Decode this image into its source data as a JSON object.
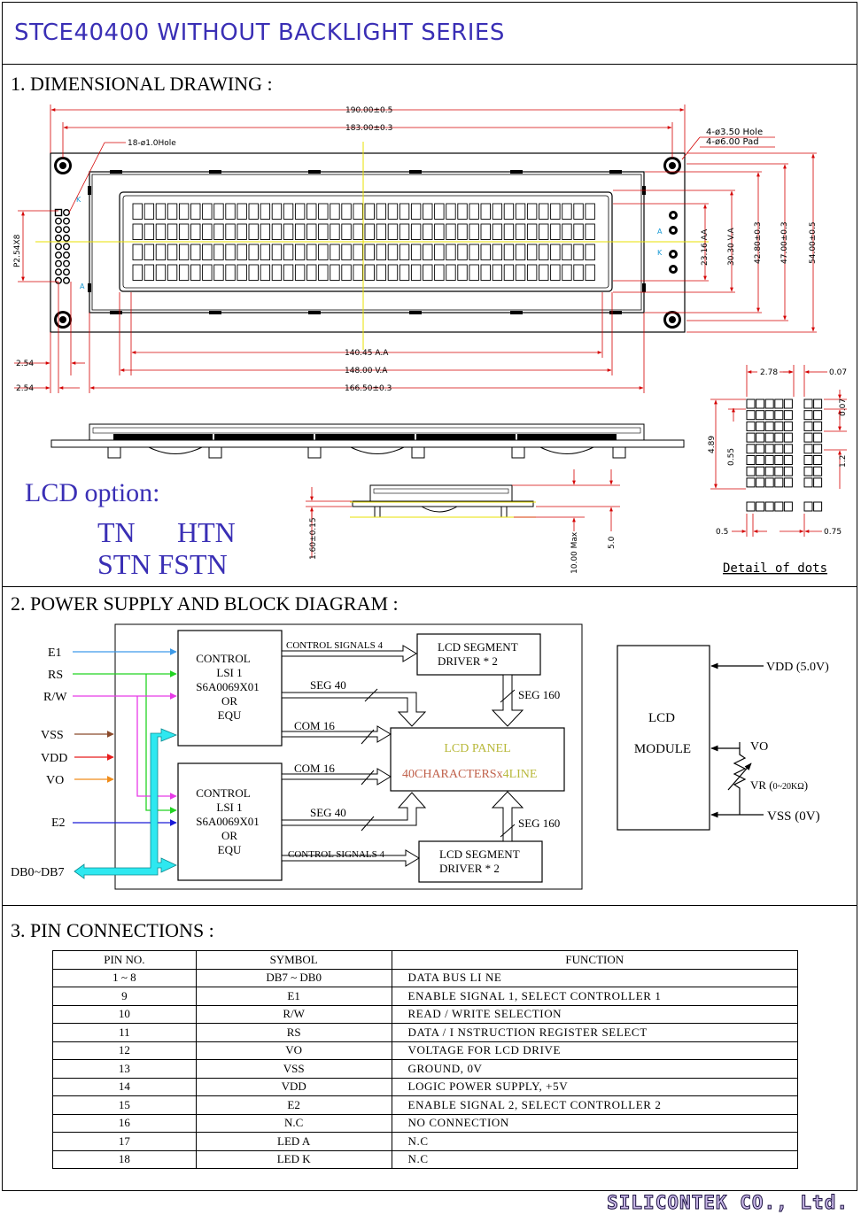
{
  "title": "STCE40400  WITHOUT BACKLIGHT SERIES",
  "sections": {
    "s1": "1. DIMENSIONAL  DRAWING :",
    "s2": "2. POWER SUPPLY   AND  BLOCK DIAGRAM :",
    "s3": "3. PIN  CONNECTIONS :"
  },
  "drawing": {
    "dims": {
      "overall_width": "190.00±0.5",
      "hole_pitch": "183.00±0.3",
      "pin_holes": "18-ø1.0Hole",
      "mount_hole": "4-ø3.50  Hole",
      "mount_pad": "4-ø6.00  Pad",
      "pin_pitch": "P2.54X8",
      "aa_height": "23.16  AA",
      "va_height": "30.30  V.A",
      "h_428": "42.80±0.3",
      "h_470": "47.00±0.3",
      "h_540": "54.00±0.5",
      "aa_width": "140.45  A.A",
      "va_width": "148.00  V.A",
      "bezel_width": "166.50±0.3",
      "pin_offset_1": "2.54",
      "pin_offset_2": "2.54",
      "thickness": "1.60±0.15",
      "max_height": "10.00 Max",
      "height_5": "5.0",
      "label_k": "K",
      "label_a": "A"
    },
    "dots": {
      "w_char": "2.78",
      "gap_char": "0.07",
      "gap_right": "0.07",
      "h_char": "4.89",
      "dot_h": "0.55",
      "pitch_v": "1.2",
      "dot_w": "0.5",
      "pitch_h": "0.75",
      "caption": "Detail  of  dots"
    },
    "lcd_option": {
      "label": "LCD option:",
      "row1_a": "TN",
      "row1_b": "HTN",
      "row2": "STN  FSTN"
    }
  },
  "block": {
    "inputs": [
      "E1",
      "RS",
      "R/W",
      "VSS",
      "VDD",
      "VO",
      "E2",
      "DB0~DB7"
    ],
    "controller_1": [
      "CONTROL",
      "LSI  1",
      "S6A0069X01",
      "OR",
      "EQU"
    ],
    "controller_2": [
      "CONTROL",
      "LSI  1",
      "S6A0069X01",
      "OR",
      "EQU"
    ],
    "driver_1": [
      "LCD  SEGMENT",
      "DRIVER  * 2"
    ],
    "driver_2": [
      "LCD  SEGMENT",
      "DRIVER  * 2"
    ],
    "panel_title": "LCD  PANEL",
    "panel_chars_a": "40CHARACTERS",
    "panel_chars_b": "x",
    "panel_chars_c": "4LINE",
    "signals": {
      "ctrl1": "CONTROL SIGNALS 4",
      "seg40_1": "SEG 40",
      "com16_1": "COM 16",
      "com16_2": "COM 16",
      "seg40_2": "SEG 40",
      "ctrl2": "CONTROL SIGNALS 4",
      "seg160_1": "SEG 160",
      "seg160_2": "SEG 160"
    },
    "colors": {
      "e1": "#3d9be9",
      "rs": "#22d422",
      "rw": "#e83ae8",
      "vss": "#8b4a2b",
      "vdd": "#e81c1c",
      "vo": "#f08c1a",
      "e2": "#1a1ad8",
      "db": "#2ee8f0"
    }
  },
  "module": {
    "line1": "LCD",
    "line2": "MODULE",
    "vdd": "VDD (5.0V)",
    "vo": "VO",
    "vr_a": "VR (",
    "vr_b": "0~20KΩ",
    "vr_c": ")",
    "vss": "VSS (0V)"
  },
  "pins": {
    "headers": [
      "PIN  NO.",
      "SYMBOL",
      "FUNCTION"
    ],
    "rows": [
      [
        "1 ~ 8",
        "DB7 ~ DB0",
        "DATA  BUS  LI NE"
      ],
      [
        "9",
        "E1",
        "ENABLE  SIGNAL  1,  SELECT  CONTROLLER 1"
      ],
      [
        "10",
        "R/W",
        "READ / WRITE  SELECTION"
      ],
      [
        "11",
        "RS",
        "DATA / I NSTRUCTION REGISTER  SELECT"
      ],
      [
        "12",
        "VO",
        "VOLTAGE   FOR   LCD   DRIVE"
      ],
      [
        "13",
        "VSS",
        "GROUND, 0V"
      ],
      [
        "14",
        "VDD",
        "LOGIC  POWER  SUPPLY,  +5V"
      ],
      [
        "15",
        "E2",
        "ENABLE  SIGNAL  2,  SELECT  CONTROLLER 2"
      ],
      [
        "16",
        "N.C",
        "NO  CONNECTION"
      ],
      [
        "17",
        "LED A",
        "N.C"
      ],
      [
        "18",
        "LED K",
        "N.C"
      ]
    ]
  },
  "company": "SILICONTEK CO., Ltd."
}
